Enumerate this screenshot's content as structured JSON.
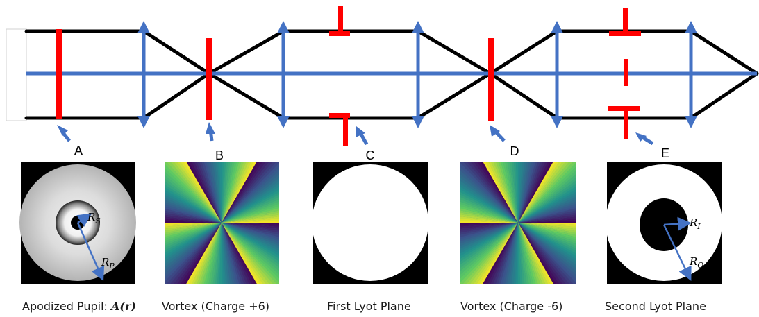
{
  "stages": [
    {
      "letter": "A",
      "caption": "Apodized Pupil: ",
      "caption_math": "A(r)",
      "panel": "apodizer"
    },
    {
      "letter": "B",
      "caption": "Vortex (Charge +6)",
      "panel": "vortex",
      "charge": 6
    },
    {
      "letter": "C",
      "caption": "First Lyot Plane",
      "panel": "lyot1"
    },
    {
      "letter": "D",
      "caption": "Vortex (Charge -6)",
      "panel": "vortex",
      "charge": -6
    },
    {
      "letter": "E",
      "caption": "Second Lyot Plane",
      "panel": "lyot2"
    }
  ],
  "panel_labels": {
    "rs": {
      "base": "R",
      "sub": "S"
    },
    "rp": {
      "base": "R",
      "sub": "P"
    },
    "ri": {
      "base": "R",
      "sub": "I"
    },
    "ro": {
      "base": "R",
      "sub": "O"
    }
  },
  "colors": {
    "beam": "#000000",
    "axis": "#4472c4",
    "optic": "#ff0000",
    "pointer": "#4472c4"
  }
}
